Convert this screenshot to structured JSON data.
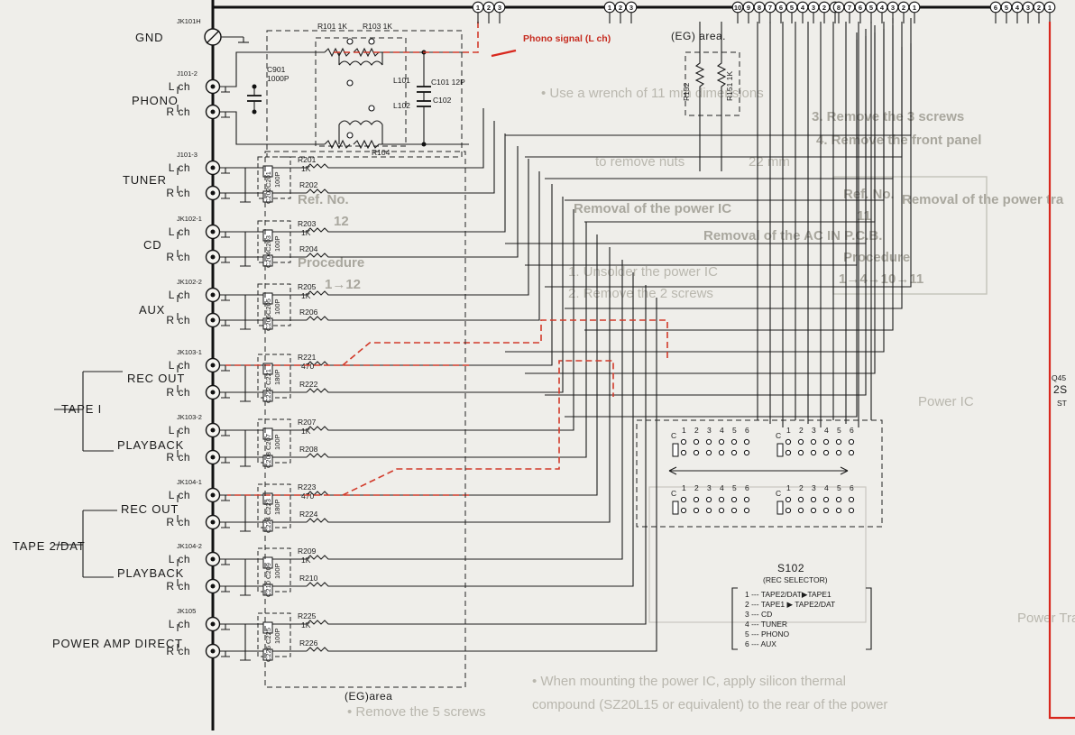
{
  "ghost_text": {
    "g1": "3. Remove the 3 screws",
    "g2": "4. Remove the front panel",
    "g3": "Ref. No.",
    "g4": "11",
    "g5": "Procedure",
    "g6": "1→4→10→11",
    "g7": "Removal of the power IC",
    "g8": "Ref. No.",
    "g9": "12",
    "g10": "Procedure",
    "g11": "1→12",
    "g12": "Removal of the AC IN P.C.B.",
    "g13": "1. Unsolder the power IC",
    "g14": "2. Remove the 2 screws",
    "g15": "• When mounting the power IC, apply silicon thermal",
    "g16": "compound (SZ20L15 or equivalent) to the rear of the power",
    "g17": "• Remove the 5 screws",
    "g18": "Removal of the power tra",
    "g19": "Power IC",
    "g20": "Power Tran",
    "g21": "• Use a wrench of 11 mm dimensions",
    "g22": "to remove nuts",
    "g23": "22 mm"
  },
  "labels": {
    "gnd": "GND",
    "jk101h": "JK101H",
    "phono": "PHONO",
    "tuner": "TUNER",
    "cd": "CD",
    "aux": "AUX",
    "tape1": "TAPE I",
    "tape2": "TAPE 2/DAT",
    "rec_out1": "REC OUT",
    "playback1": "PLAYBACK",
    "rec_out2": "REC OUT",
    "playback2": "PLAYBACK",
    "power_amp": "POWER AMP DIRECT",
    "lch": "L ch",
    "rch": "R ch",
    "eg_area_bottom": "(EG)area",
    "eg_area_top": "(EG) area.",
    "phono_signal": "Phono signal (L ch)",
    "s102": "S102",
    "rec_selector": "(REC SELECTOR)",
    "q45": "Q45",
    "q45_line2": "2S",
    "q45_line3": "ST"
  },
  "jacks": [
    {
      "id": "J101-2"
    },
    {
      "id": "J101-3"
    },
    {
      "id": "JK102-1"
    },
    {
      "id": "JK102-2"
    },
    {
      "id": "JK103-1"
    },
    {
      "id": "JK103-2"
    },
    {
      "id": "JK104-1"
    },
    {
      "id": "JK104-2"
    },
    {
      "id": "JK105"
    }
  ],
  "components": {
    "r101": "R101 1K",
    "r103": "R103 1K",
    "c901": "C901",
    "c901v": "1000P",
    "l101": "L101",
    "l102": "L102",
    "c101": "C101 12P",
    "c102": "C102",
    "r104": "R104",
    "r152": "R152",
    "r151": "R151 1K",
    "rows": [
      {
        "r1": "R201",
        "r1v": "1K",
        "c1": "C201",
        "c1v": "100P",
        "r2": "R202",
        "c2": "C202"
      },
      {
        "r1": "R203",
        "r1v": "1K",
        "c1": "C203",
        "c1v": "100P",
        "r2": "R204",
        "c2": "C204"
      },
      {
        "r1": "R205",
        "r1v": "1K",
        "c1": "C205",
        "c1v": "100P",
        "r2": "R206",
        "c2": "C206"
      },
      {
        "r1": "R221",
        "r1v": "470",
        "c1": "C221",
        "c1v": "180P",
        "r2": "R222",
        "c2": "C222"
      },
      {
        "r1": "R207",
        "r1v": "1K",
        "c1": "C207",
        "c1v": "100P",
        "r2": "R208",
        "c2": "C208"
      },
      {
        "r1": "R223",
        "r1v": "470",
        "c1": "C223",
        "c1v": "180P",
        "r2": "R224",
        "c2": "C224"
      },
      {
        "r1": "R209",
        "r1v": "1K",
        "c1": "C209",
        "c1v": "100P",
        "r2": "R210",
        "c2": "C210"
      },
      {
        "r1": "R225",
        "r1v": "1K",
        "c1": "C225",
        "c1v": "100P",
        "r2": "R226",
        "c2": "C226"
      }
    ]
  },
  "selector_legend": [
    "1 --- TAPE2/DAT▶TAPE1",
    "2 --- TAPE1 ▶ TAPE2/DAT",
    "3 --- CD",
    "4 --- TUNER",
    "5 --- PHONO",
    "6 --- AUX"
  ],
  "connector_groups": [
    {
      "pins": [
        "1",
        "2",
        "3"
      ]
    },
    {
      "pins": [
        "1",
        "2",
        "3"
      ]
    },
    {
      "pins": [
        "10",
        "9",
        "8",
        "7",
        "6",
        "5",
        "4",
        "3",
        "2",
        "1"
      ]
    },
    {
      "pins": [
        "8",
        "7",
        "6",
        "5",
        "4",
        "3",
        "2",
        "1"
      ]
    },
    {
      "pins": [
        "6",
        "5",
        "4",
        "3",
        "2",
        "1"
      ]
    }
  ],
  "switch_numbers": [
    "1",
    "2",
    "3",
    "4",
    "5",
    "6"
  ],
  "switch_c": "C",
  "colors": {
    "paper": "#efeeea",
    "ink": "#1c1c1c",
    "signal_red": "#d23a2a",
    "ghost": "#b9b7ae"
  }
}
